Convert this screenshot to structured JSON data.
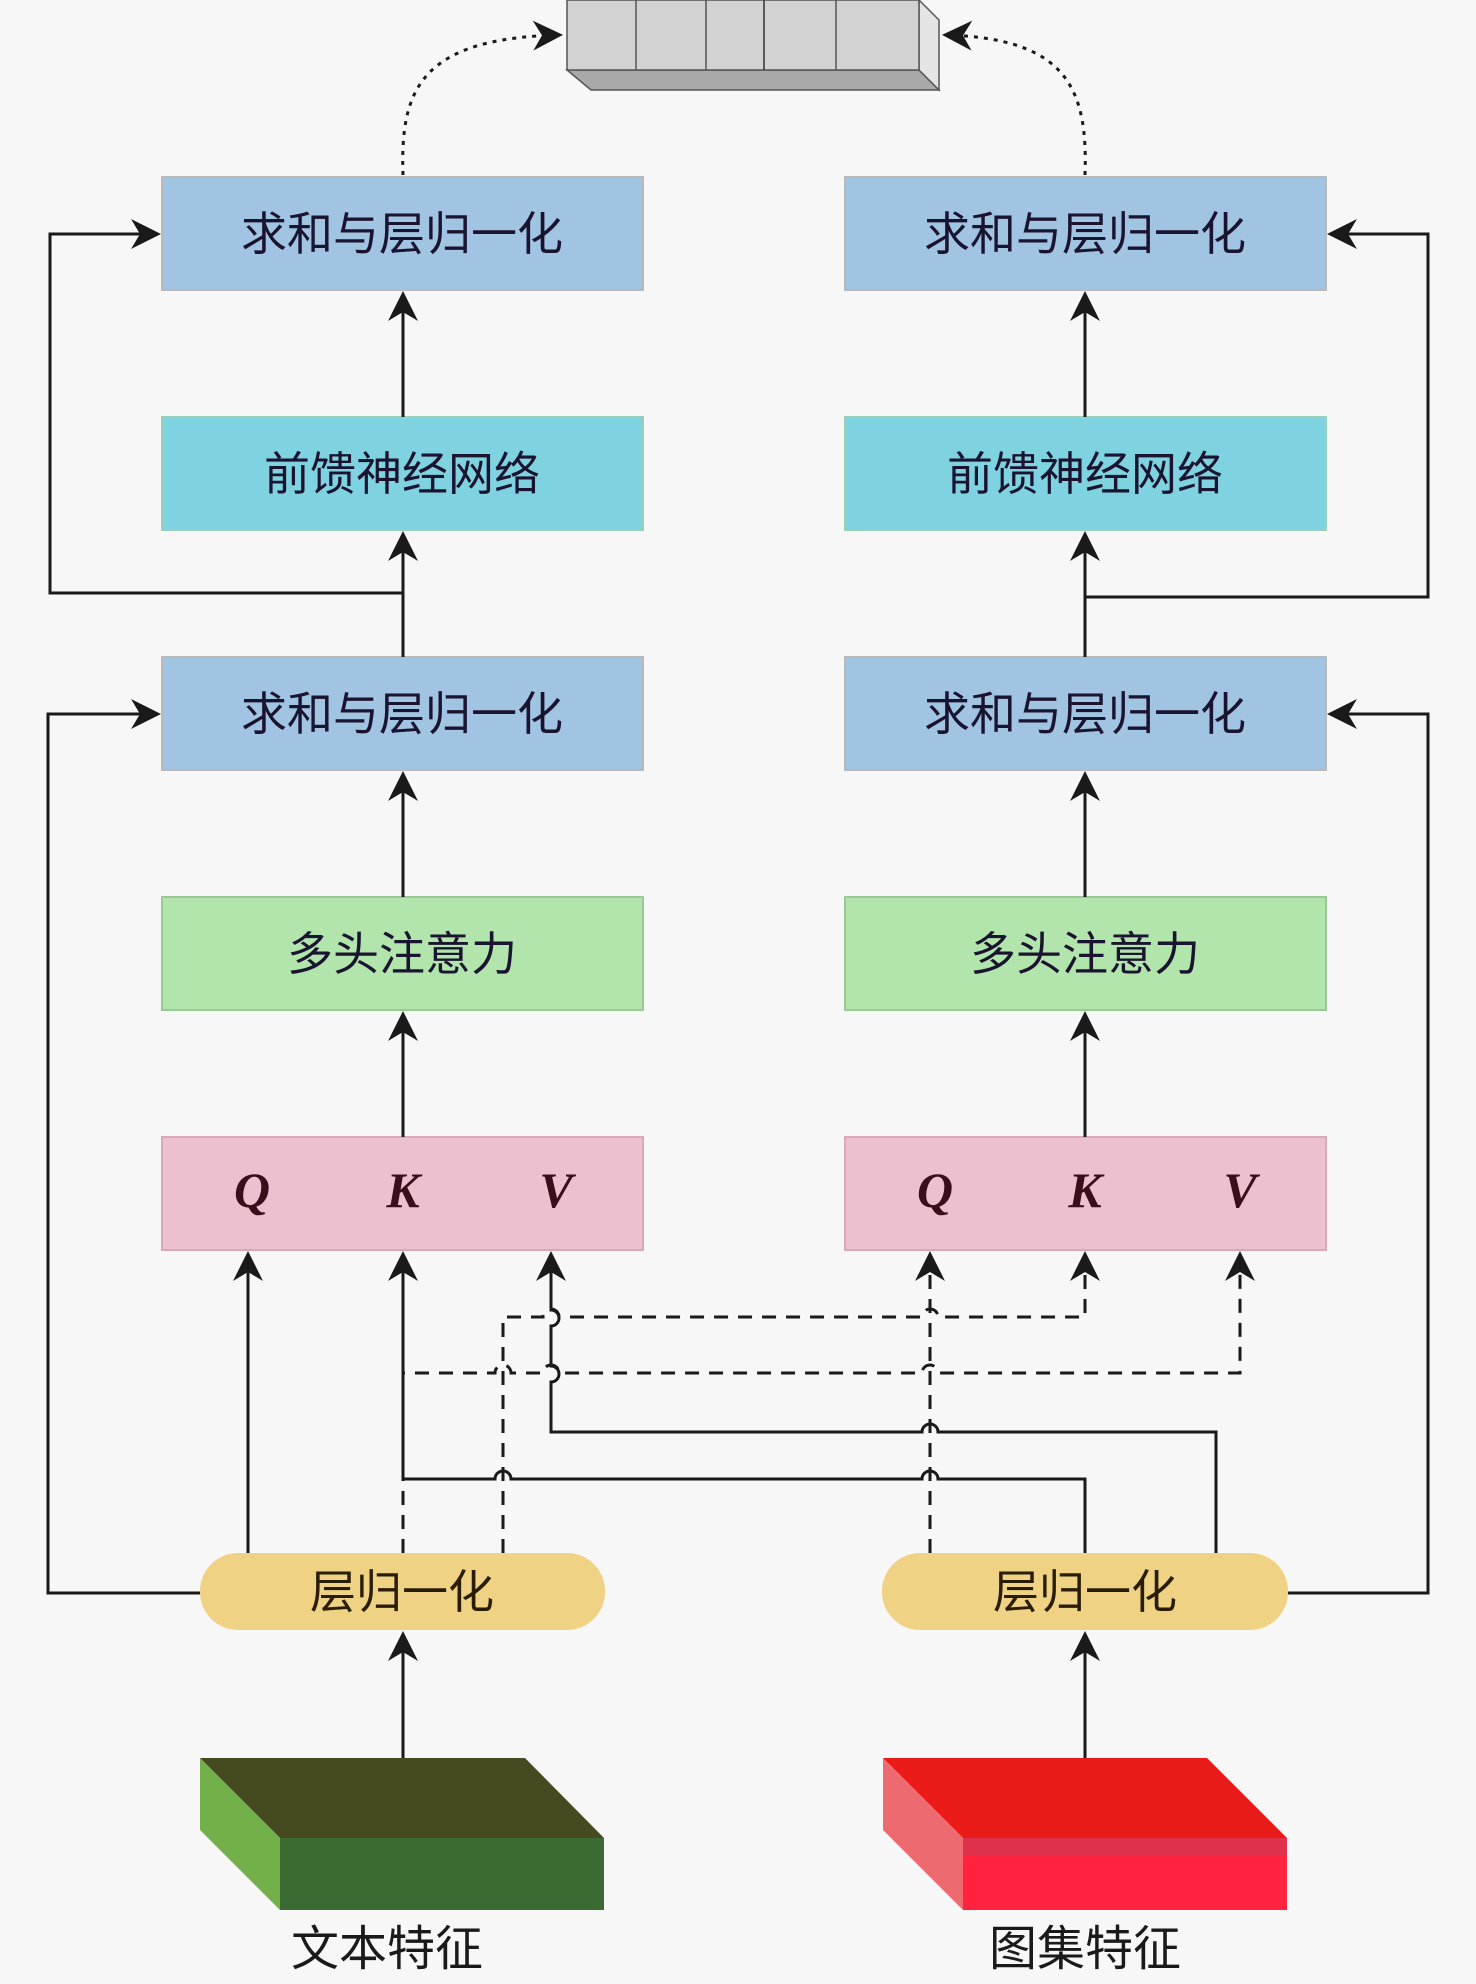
{
  "diagram": {
    "output_vector": {
      "label": "",
      "cells": 5
    },
    "left_branch": {
      "input_label": "文本特征",
      "input_color": "#3b6b33",
      "layer_norm_label": "层归一化",
      "qkv": [
        "Q",
        "K",
        "V"
      ],
      "attention_label": "多头注意力",
      "add_norm_1_label": "求和与层归一化",
      "ffn_label": "前馈神经网络",
      "add_norm_2_label": "求和与层归一化"
    },
    "right_branch": {
      "input_label": "图集特征",
      "input_color": "#ff2340",
      "layer_norm_label": "层归一化",
      "qkv": [
        "Q",
        "K",
        "V"
      ],
      "attention_label": "多头注意力",
      "add_norm_1_label": "求和与层归一化",
      "ffn_label": "前馈神经网络",
      "add_norm_2_label": "求和与层归一化"
    },
    "colors": {
      "add_norm": "#a0c4e2",
      "ffn": "#7fd3e0",
      "attention": "#b1e5ab",
      "qkv": "#ecc0cf",
      "layer_norm": "#efd283",
      "vector": "#d2d2d2"
    }
  }
}
